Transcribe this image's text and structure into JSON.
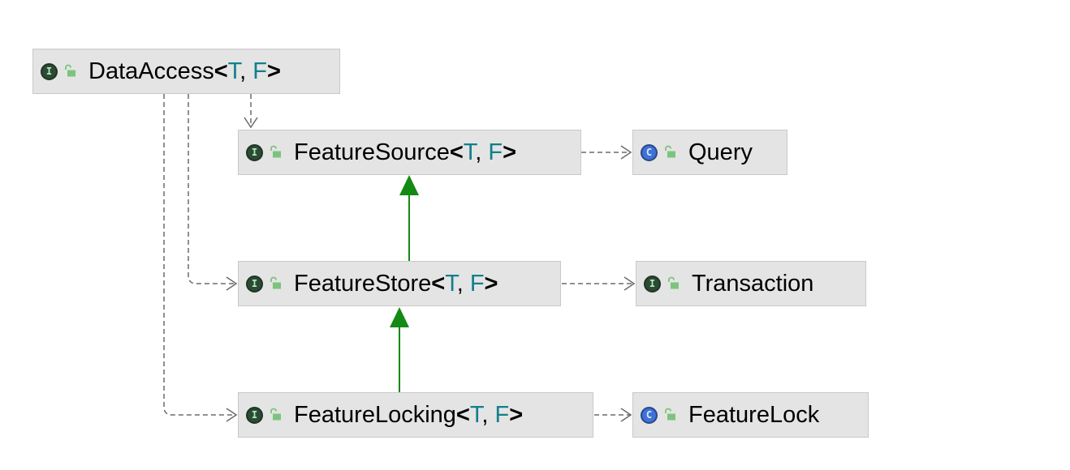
{
  "colors": {
    "node_fill": "#e4e4e4",
    "node_border": "#c9c9c9",
    "type_param": "#127f8c",
    "interface_icon": "#2c4a34",
    "class_icon": "#3f72d6",
    "lock_icon": "#7cc47e",
    "extends_edge": "#138a13",
    "dependency_edge": "#6b6b6b"
  },
  "nodes": {
    "data_access": {
      "kind": "interface",
      "kind_letter": "I",
      "access_icon": "open-lock-icon",
      "name": "DataAccess",
      "lt": "<",
      "param1": "T",
      "sep": ", ",
      "param2": "F",
      "gt": ">"
    },
    "feature_source": {
      "kind": "interface",
      "kind_letter": "I",
      "access_icon": "open-lock-icon",
      "name": "FeatureSource",
      "lt": "<",
      "param1": "T",
      "sep": ", ",
      "param2": "F",
      "gt": ">"
    },
    "query": {
      "kind": "class",
      "kind_letter": "C",
      "access_icon": "open-lock-icon",
      "name": "Query"
    },
    "feature_store": {
      "kind": "interface",
      "kind_letter": "I",
      "access_icon": "open-lock-icon",
      "name": "FeatureStore",
      "lt": "<",
      "param1": "T",
      "sep": ", ",
      "param2": "F",
      "gt": ">"
    },
    "transaction": {
      "kind": "interface",
      "kind_letter": "I",
      "access_icon": "open-lock-icon",
      "name": "Transaction"
    },
    "feature_locking": {
      "kind": "interface",
      "kind_letter": "I",
      "access_icon": "open-lock-icon",
      "name": "FeatureLocking",
      "lt": "<",
      "param1": "T",
      "sep": ", ",
      "param2": "F",
      "gt": ">"
    },
    "feature_lock": {
      "kind": "class",
      "kind_letter": "C",
      "access_icon": "open-lock-icon",
      "name": "FeatureLock"
    }
  },
  "edges": [
    {
      "from": "feature_store",
      "to": "feature_source",
      "relation": "extends"
    },
    {
      "from": "feature_locking",
      "to": "feature_store",
      "relation": "extends"
    },
    {
      "from": "data_access",
      "to": "feature_source",
      "relation": "dependency"
    },
    {
      "from": "data_access",
      "to": "feature_store",
      "relation": "dependency"
    },
    {
      "from": "data_access",
      "to": "feature_locking",
      "relation": "dependency"
    },
    {
      "from": "feature_source",
      "to": "query",
      "relation": "dependency"
    },
    {
      "from": "feature_store",
      "to": "transaction",
      "relation": "dependency"
    },
    {
      "from": "feature_locking",
      "to": "feature_lock",
      "relation": "dependency"
    }
  ]
}
